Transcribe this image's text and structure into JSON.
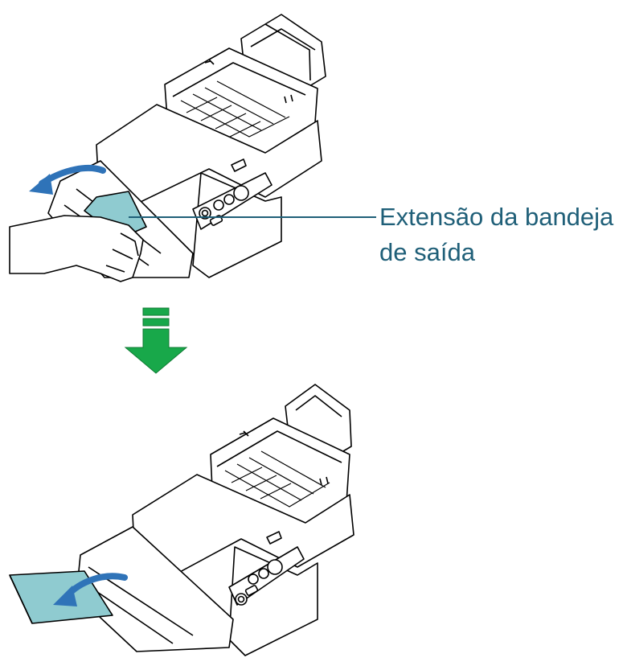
{
  "callout": {
    "line1": "Extensão da bandeja",
    "line2": "de saída"
  },
  "colors": {
    "label_text": "#1f5f78",
    "leader_line": "#1f5f78",
    "tray_extension": "#8fcbd0",
    "step_arrow": "#18a84a",
    "curved_arrow": "#2f73b8",
    "outline": "#000000"
  },
  "steps": [
    {
      "name": "before",
      "illustration": "scanner-with-hand-pulling-tray-extension-icon"
    },
    {
      "name": "after",
      "illustration": "scanner-with-tray-extension-opened-icon"
    }
  ]
}
